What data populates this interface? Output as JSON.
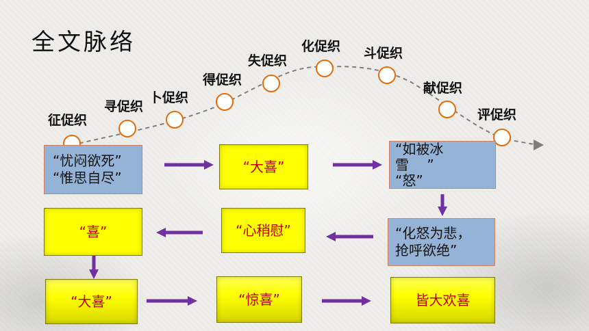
{
  "title": "全文脉络",
  "stages": [
    "征促织",
    "寻促织",
    "卜促织",
    "得促织",
    "失促织",
    "化促织",
    "斗促织",
    "献促织",
    "评促织"
  ],
  "boxes": {
    "b1_line1": "“忧闷欲死”",
    "b1_line2": "“惟思自尽”",
    "b2": "“大喜”",
    "b3_line1": "“如被冰",
    "b3_line2": "雪　 ”",
    "b3_line3": "“怒”",
    "b4_line1": "“化怒为悲，",
    "b4_line2": "抢呼欲绝”",
    "b5": "“心稍慰”",
    "b6": "“喜”",
    "b7": "“大喜”",
    "b8": "“惊喜”",
    "b9": "皆大欢喜"
  },
  "colors": {
    "blue_box": "#95b3d7",
    "yellow_box": "#ffff00",
    "box_text_red": "#c00000",
    "arrow_purple": "#7030a0",
    "node_orange": "#e36c09"
  }
}
